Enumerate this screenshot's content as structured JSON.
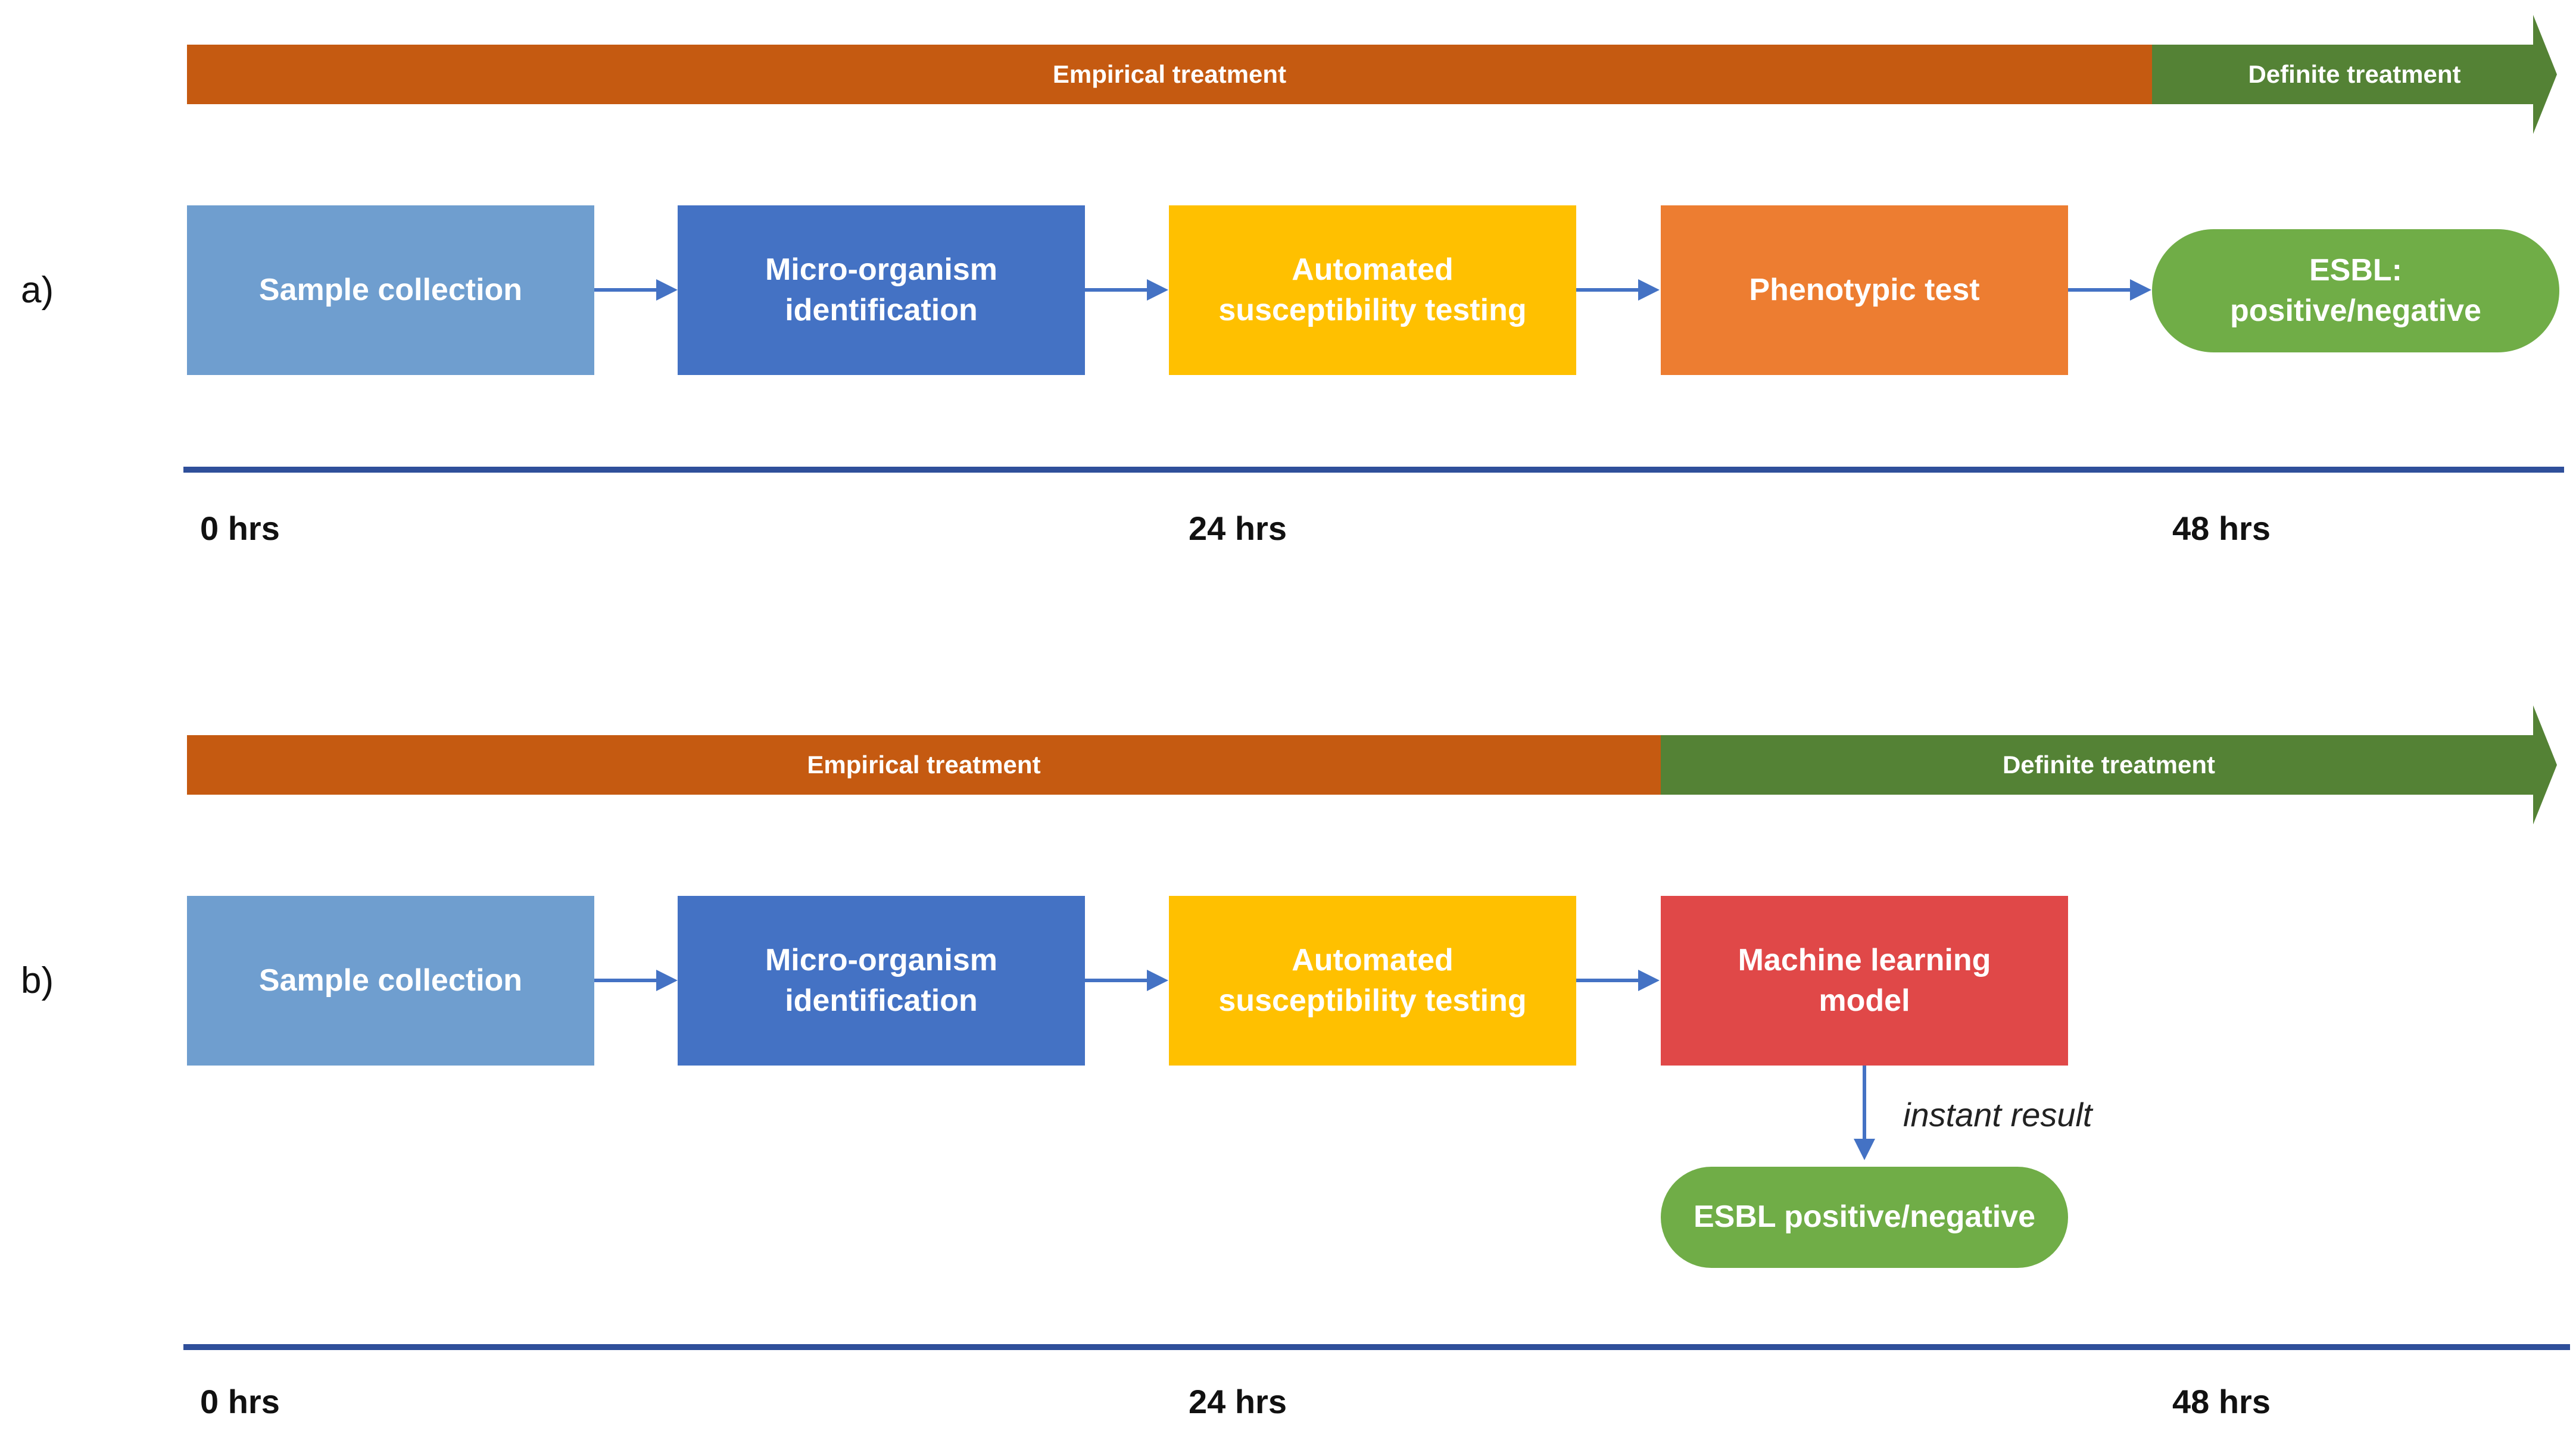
{
  "colors": {
    "empirical": "#c55a11",
    "definite": "#548235",
    "sample": "#6f9ecf",
    "micro": "#4472c4",
    "auto": "#ffc000",
    "phenotypic": "#ed7d31",
    "ml": "#e04848",
    "result": "#70ad47",
    "arrow": "#4472c4",
    "axis": "#2f4f9a"
  },
  "panel_a": {
    "label": "a)",
    "empirical_label": "Empirical treatment",
    "definite_label": "Definite treatment",
    "steps": {
      "sample": "Sample collection",
      "micro": "Micro-organism\nidentification",
      "auto": "Automated\nsusceptibility testing",
      "phenotypic": "Phenotypic test",
      "result": "ESBL:\npositive/negative"
    },
    "ticks": [
      "0 hrs",
      "24 hrs",
      "48 hrs"
    ]
  },
  "panel_b": {
    "label": "b)",
    "empirical_label": "Empirical treatment",
    "definite_label": "Definite treatment",
    "steps": {
      "sample": "Sample collection",
      "micro": "Micro-organism\nidentification",
      "auto": "Automated\nsusceptibility testing",
      "ml": "Machine learning\nmodel",
      "result": "ESBL positive/negative"
    },
    "instant_note": "instant result",
    "ticks": [
      "0 hrs",
      "24 hrs",
      "48 hrs"
    ]
  }
}
